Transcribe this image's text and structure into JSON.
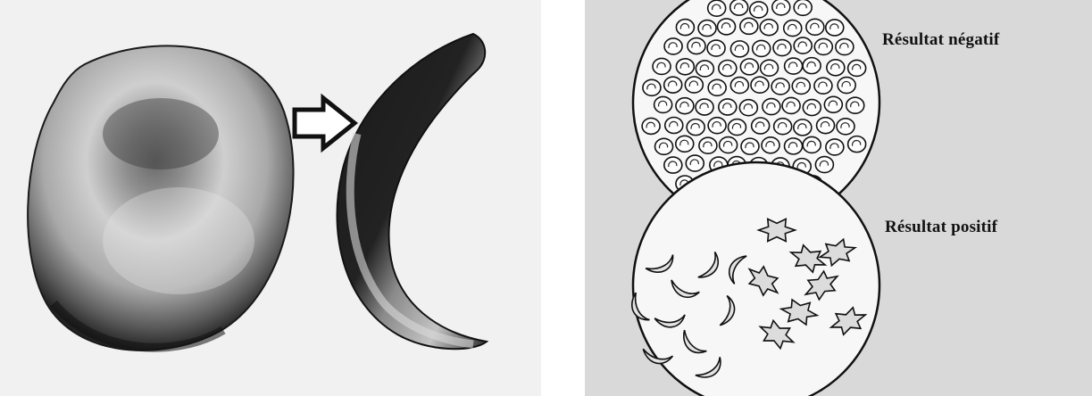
{
  "figure": {
    "left_panel": {
      "normal_cell": "normal-red-blood-cell",
      "transition_icon": "right-arrow-icon",
      "sickle_cell": "sickle-red-blood-cell"
    },
    "right_panel": {
      "negative_label": "Résultat négatif",
      "positive_label": "Résultat positif",
      "negative_sample": "round-cells-circle",
      "positive_sample": "sickle-cells-circle"
    },
    "colors": {
      "left_background": "#f1f1f1",
      "right_background": "#d9d9d9",
      "ink": "#111111"
    }
  }
}
